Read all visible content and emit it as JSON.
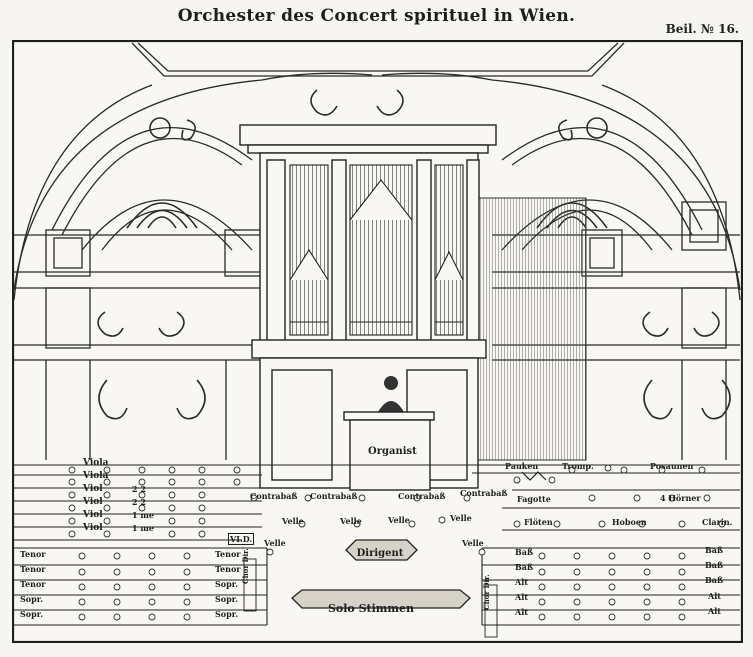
{
  "title": "Orchester des Concert spirituel in Wien.",
  "plate_label": "Beil. № 16.",
  "organ": {
    "label": "Organist"
  },
  "strings_left": [
    {
      "name": "Viola",
      "mark": ""
    },
    {
      "name": "Viola",
      "mark": ""
    },
    {
      "name": "Viol",
      "mark": "2 2"
    },
    {
      "name": "Viol",
      "mark": "2 2"
    },
    {
      "name": "Viol",
      "mark": "1 me"
    },
    {
      "name": "Viol",
      "mark": "1 me"
    }
  ],
  "vld_label": "VI.D.",
  "contrabass_labels": [
    "Contrabaß",
    "Contrabaß",
    "Contrabaß",
    "Contrabaß"
  ],
  "velle_labels": [
    "Velle",
    "Velle",
    "Velle",
    "Velle",
    "Velle",
    "Velle"
  ],
  "winds": {
    "pauken": "Pauken",
    "tromp": "Tromp.",
    "posaunen": "Posaunen",
    "fagotte": "Fagotte",
    "horner": "4 Hörner",
    "floten": "Flöten",
    "hoboen": "Hoboen",
    "clarin": "Clarin."
  },
  "dirigent": "Dirigent",
  "solo": "Solo Stimmen",
  "chor_left": [
    "Tenor",
    "Tenor",
    "Tenor",
    "Sopr.",
    "Sopr."
  ],
  "chor_left_inner": [
    "Tenor",
    "Tenor",
    "Sopr.",
    "Sopr.",
    "Sopr."
  ],
  "chor_right_inner": [
    "Baß",
    "Baß",
    "Alt",
    "Alt",
    "Alt"
  ],
  "chor_right": [
    "Baß",
    "Baß",
    "Baß",
    "Alt",
    "Alt"
  ],
  "chor_dir": "Chor Dir."
}
